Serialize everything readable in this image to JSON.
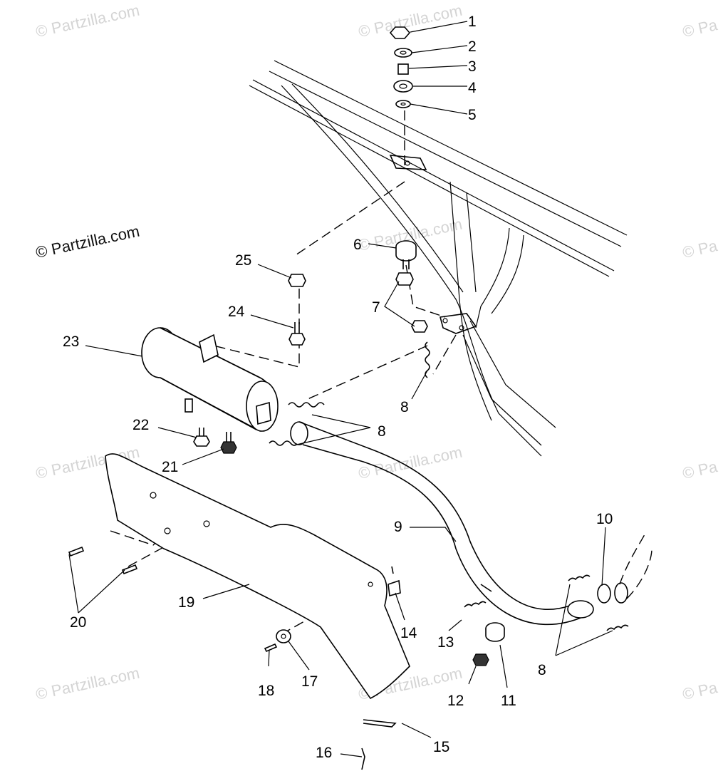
{
  "watermark": {
    "main_text": "© Partzilla.com",
    "tile_text": "© Partzilla.com",
    "tile_edge_text": "© Pa"
  },
  "callouts": [
    "1",
    "2",
    "3",
    "4",
    "5",
    "6",
    "7",
    "8",
    "9",
    "10",
    "11",
    "12",
    "13",
    "14",
    "15",
    "16",
    "17",
    "18",
    "19",
    "20",
    "21",
    "22",
    "23",
    "24",
    "25"
  ]
}
